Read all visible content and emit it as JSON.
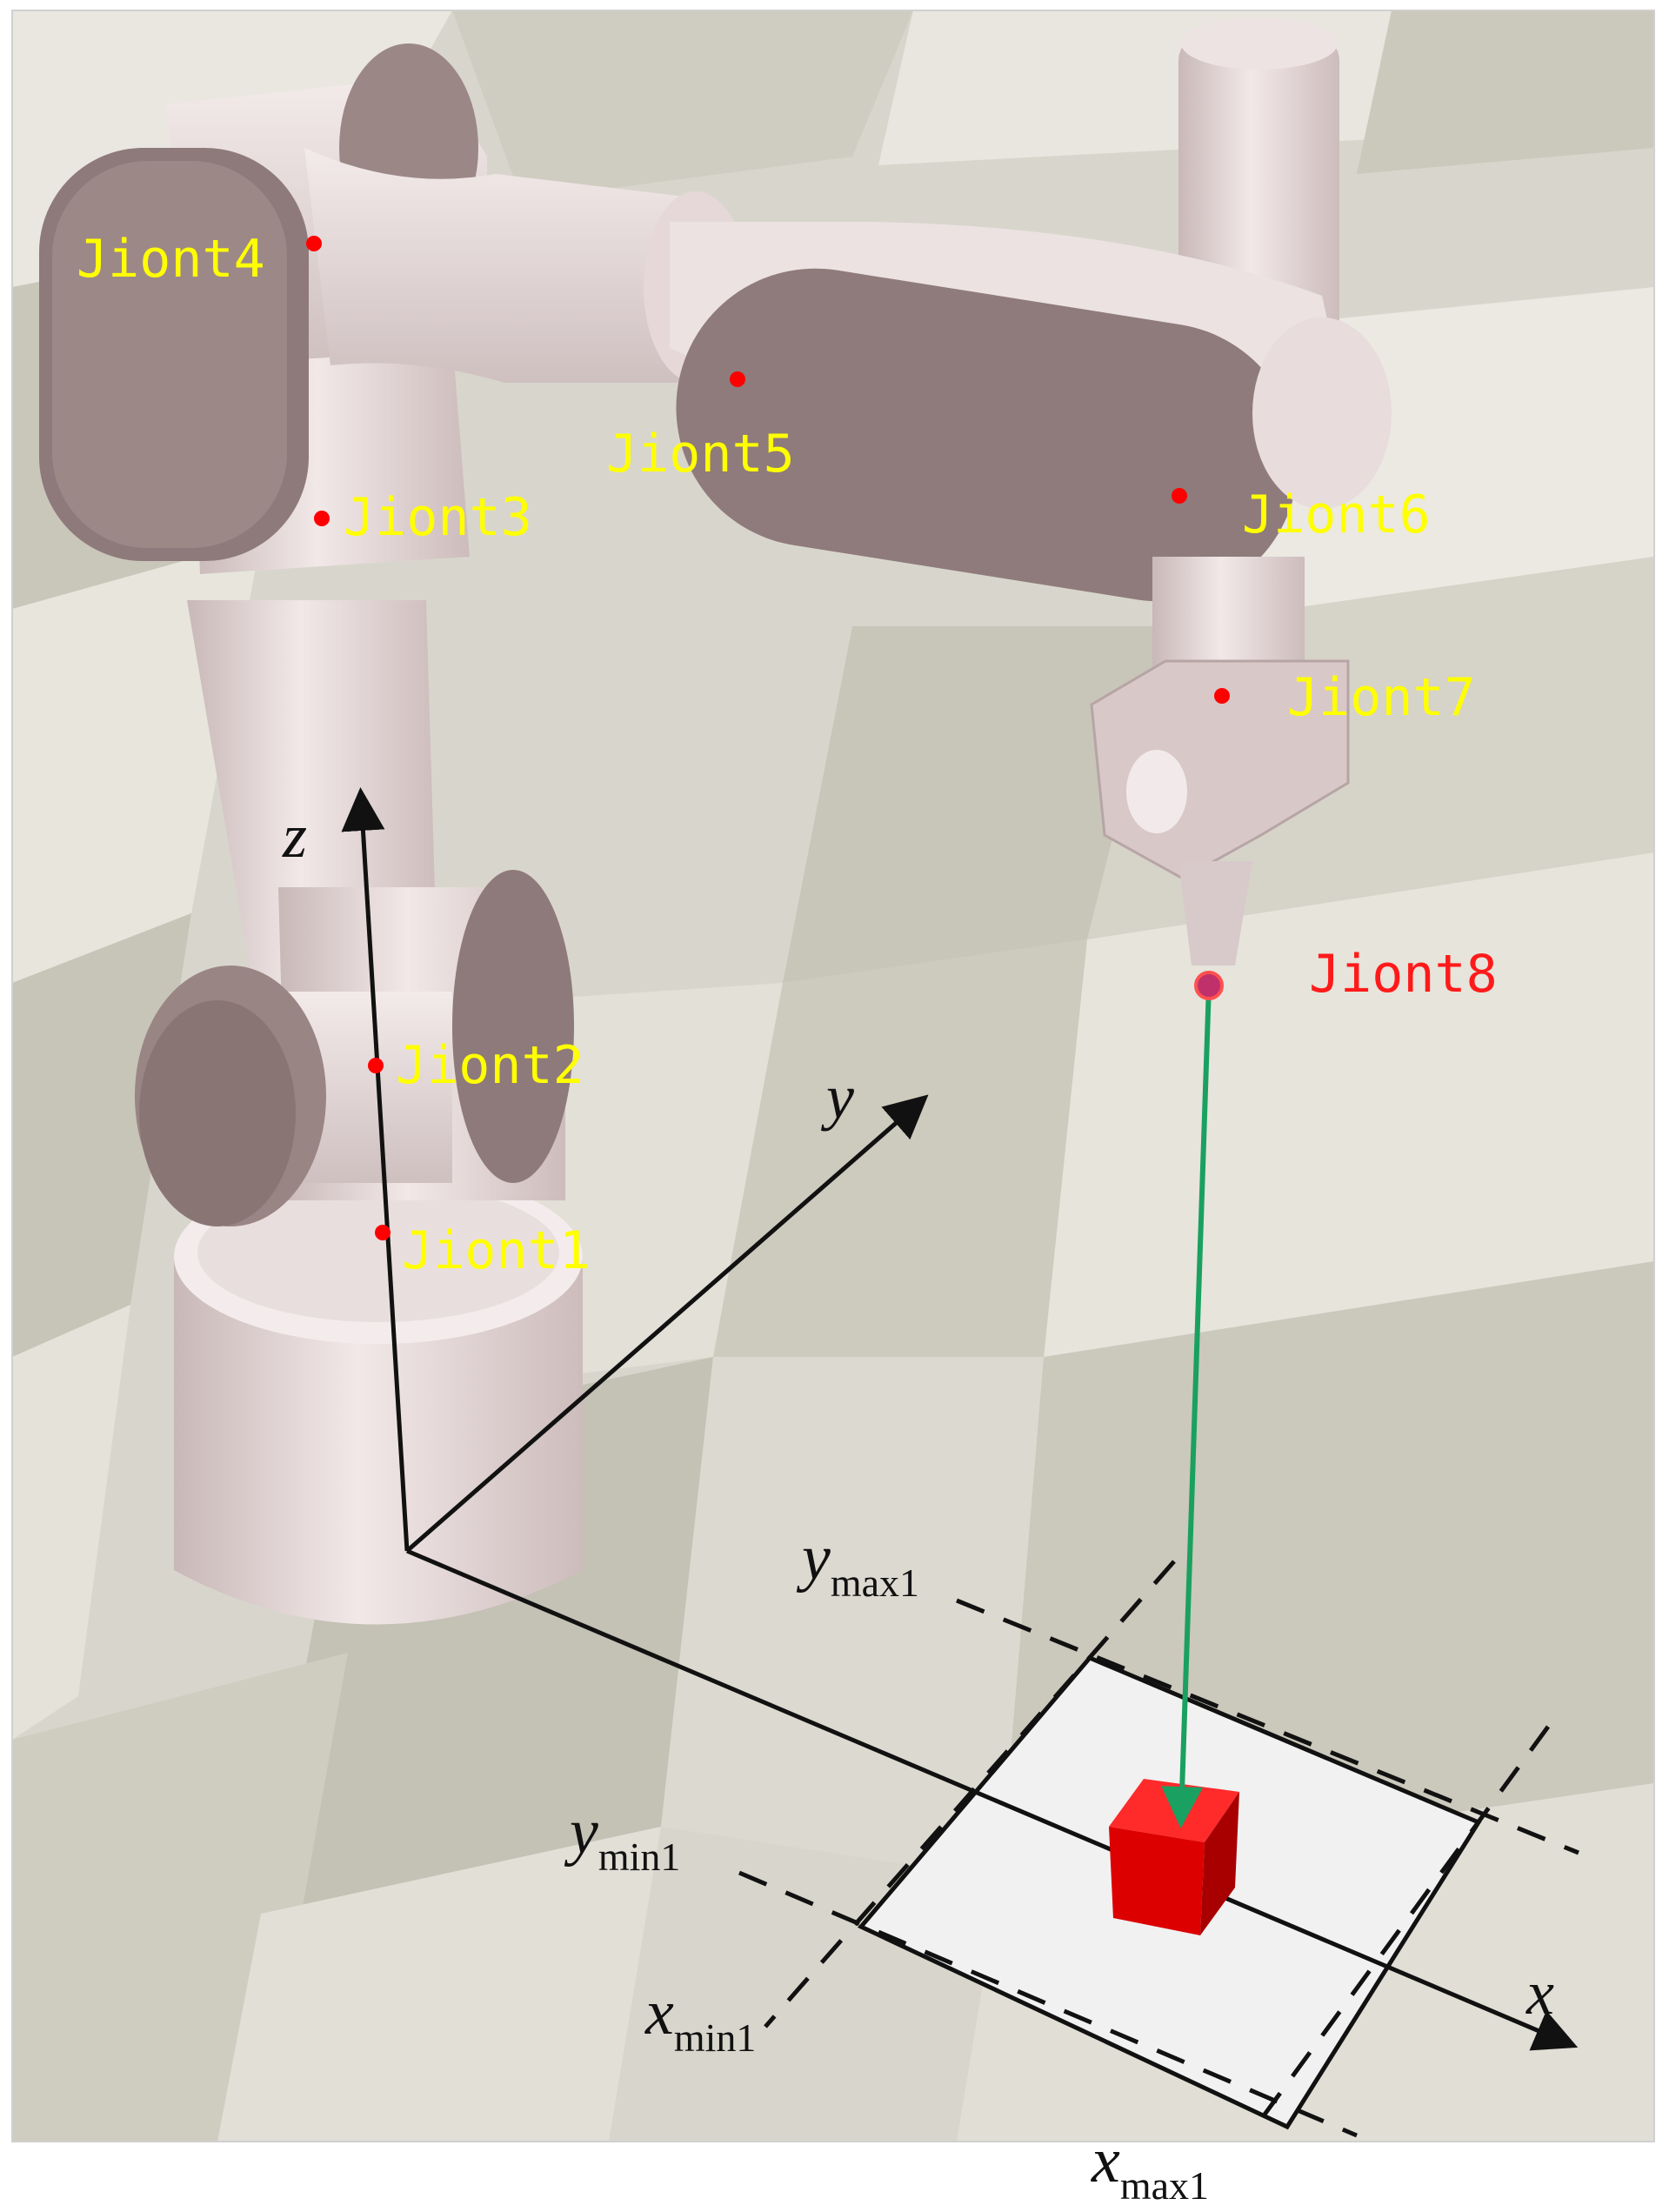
{
  "joints": [
    {
      "id": "j1",
      "label": "Jiont1"
    },
    {
      "id": "j2",
      "label": "Jiont2"
    },
    {
      "id": "j3",
      "label": "Jiont3"
    },
    {
      "id": "j4",
      "label": "Jiont4"
    },
    {
      "id": "j5",
      "label": "Jiont5"
    },
    {
      "id": "j6",
      "label": "Jiont6"
    },
    {
      "id": "j7",
      "label": "Jiont7"
    },
    {
      "id": "j8",
      "label": "Jiont8"
    }
  ],
  "axes": {
    "x": "x",
    "y": "y",
    "z": "z"
  },
  "bounds": {
    "y_max": {
      "main": "y",
      "sub": "max1"
    },
    "y_min": {
      "main": "y",
      "sub": "min1"
    },
    "x_min": {
      "main": "x",
      "sub": "min1"
    },
    "x_max": {
      "main": "x",
      "sub": "max1"
    }
  },
  "colors": {
    "joint_label": "#ffff00",
    "end_effector_label": "#ff1a1a",
    "joint_dot": "#ff0000",
    "trajectory": "#1aa060",
    "target_cube": "#dd0000",
    "robot_body": "#e6d6d6",
    "robot_caps": "#8e7a7a",
    "floor_light": "#e6e4dc",
    "floor_dark": "#c9c6ba"
  }
}
